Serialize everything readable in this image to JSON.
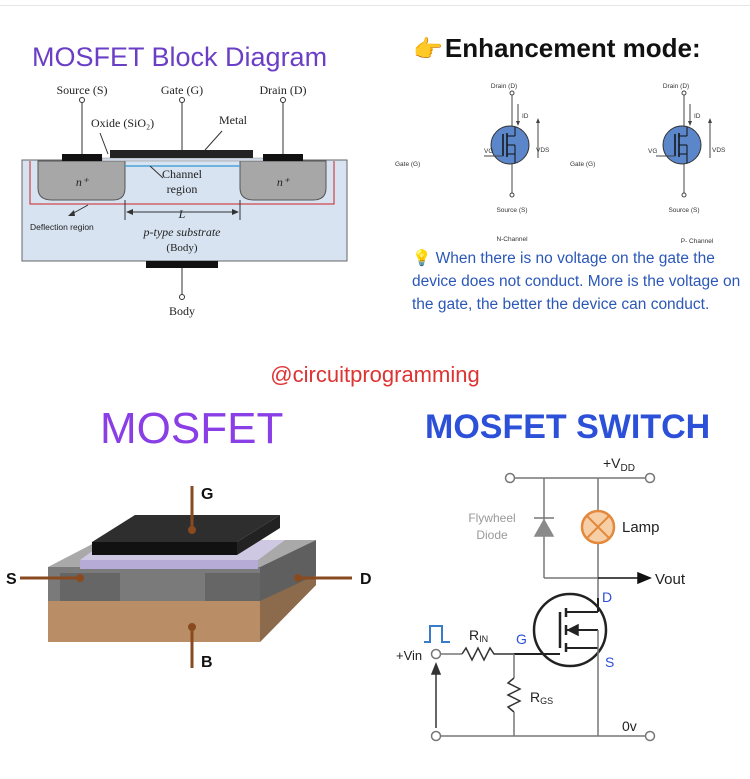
{
  "block_diagram": {
    "title": "MOSFET Block Diagram",
    "source_label": "Source (S)",
    "gate_label": "Gate (G)",
    "drain_label": "Drain (D)",
    "oxide_label": "Oxide (SiO₂)",
    "metal_label": "Metal",
    "n_plus_left": "n⁺",
    "n_plus_right": "n⁺",
    "channel_label_1": "Channel",
    "channel_label_2": "region",
    "length_label": "L",
    "deflection_label": "Deflection region",
    "substrate_label_1": "p-type substrate",
    "substrate_label_2": "(Body)",
    "body_label": "Body"
  },
  "enhancement": {
    "hand_icon": "👉",
    "title": "Enhancement mode:",
    "n_channel": {
      "drain": "Drain (D)",
      "id": "ID",
      "vg": "VG",
      "vds": "VDS",
      "gate": "Gate (G)",
      "source": "Source (S)",
      "caption": "N-Channel"
    },
    "p_channel": {
      "drain": "Drain (D)",
      "id": "ID",
      "vg": "VG",
      "vds": "VDS",
      "gate": "Gate (G)",
      "source": "Source (S)",
      "caption": "P- Channel"
    },
    "bulb_icon": "💡",
    "note": "When there is no voltage on the gate the device does not conduct. More is the voltage on the gate, the better the device can conduct."
  },
  "handle": "@circuitprogramming",
  "mosfet_3d": {
    "title": "MOSFET",
    "g_label": "G",
    "s_label": "S",
    "d_label": "D",
    "b_label": "B"
  },
  "switch": {
    "title": "MOSFET SWITCH",
    "vdd_label": "+V",
    "vdd_sub": "DD",
    "flywheel_1": "Flywheel",
    "flywheel_2": "Diode",
    "lamp_label": "Lamp",
    "vout_label": "Vout",
    "d_label": "D",
    "g_label": "G",
    "s_label": "S",
    "rin_label": "R",
    "rin_sub": "IN",
    "rgs_label": "R",
    "rgs_sub": "GS",
    "vin_label": "+Vin",
    "zero_label": "0v"
  },
  "colors": {
    "title_purple": "#6a3fc6",
    "handle_red": "#dd3333",
    "switch_blue": "#2c50d8",
    "note_blue": "#2b57b8",
    "lead_brown": "#8a4a20",
    "substrate_blue": "#d7e3f1"
  }
}
